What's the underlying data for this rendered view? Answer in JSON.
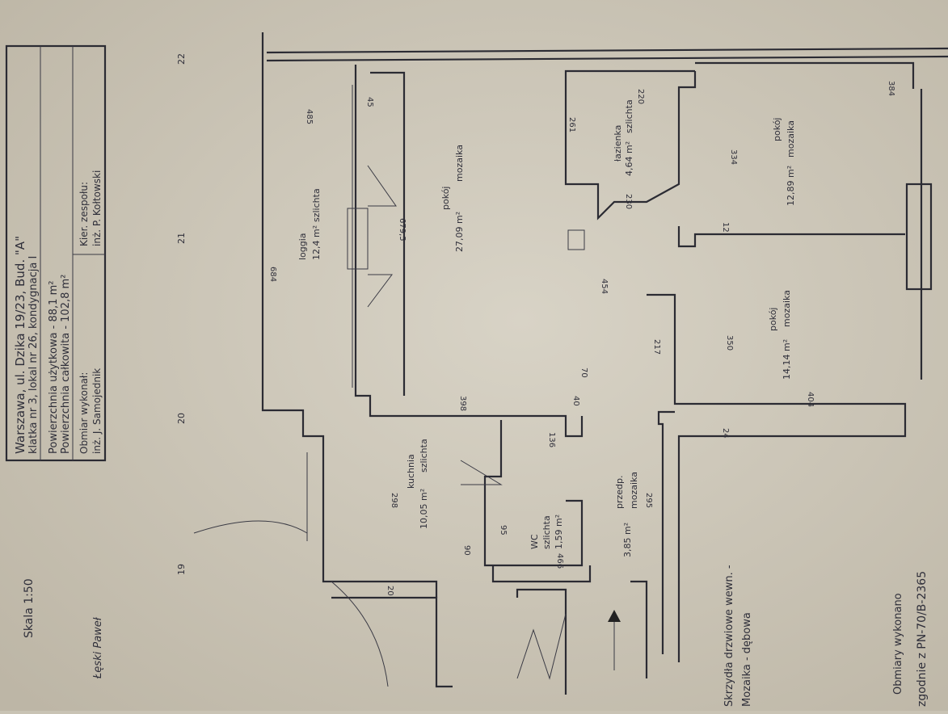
{
  "title_block": {
    "line1": "Warszawa, ul. Dzika 19/23, Bud. \"A\"",
    "line2": "klatka nr 3, lokal nr 26, kondygnacja I",
    "usable_area": "Powierzchnia użytkowa - 88,1 m²",
    "total_area": "Powierzchnia całkowita - 102,8 m²",
    "measured_by_label": "Obmiar wykonał:",
    "measured_by": "inż. J. Samojednik",
    "team_lead_label": "Kier. zespołu:",
    "team_lead": "inż. P. Kołtowski"
  },
  "scale": "Skala 1:50",
  "signature": "Łęski Paweł",
  "axes": [
    "19",
    "20",
    "21",
    "22"
  ],
  "rooms": [
    {
      "name": "loggia",
      "area": "12,4 m²",
      "finish": "szlichta"
    },
    {
      "name": "pokój",
      "area": "27,09 m²",
      "finish": "mozaika"
    },
    {
      "name": "łazienka",
      "area": "4,64 m²",
      "finish": "szlichta"
    },
    {
      "name": "pokój",
      "area": "12,89 m²",
      "finish": "mozaika"
    },
    {
      "name": "pokój",
      "area": "14,14 m²",
      "finish": "mozaika"
    },
    {
      "name": "kuchnia",
      "area": "10,05 m²",
      "finish": "szlichta"
    },
    {
      "name": "WC",
      "area": "1,59 m²",
      "finish": "szlichta"
    },
    {
      "name": "przedp.",
      "area": "3,85 m²",
      "finish": "mozaika"
    }
  ],
  "dimensions": [
    "485",
    "684",
    "679,5",
    "454",
    "217",
    "295",
    "298",
    "398",
    "404",
    "350",
    "334",
    "384",
    "261",
    "220",
    "230",
    "136",
    "466",
    "95",
    "40",
    "12",
    "20",
    "45",
    "24",
    "90",
    "70"
  ],
  "notes": {
    "doors": "Skrzydła drzwiowe wewn. -",
    "floor": "Mozaika - dębowa",
    "measure1": "Obmiary wykonano",
    "measure2": "zgodnie z PN-70/B-2365"
  }
}
